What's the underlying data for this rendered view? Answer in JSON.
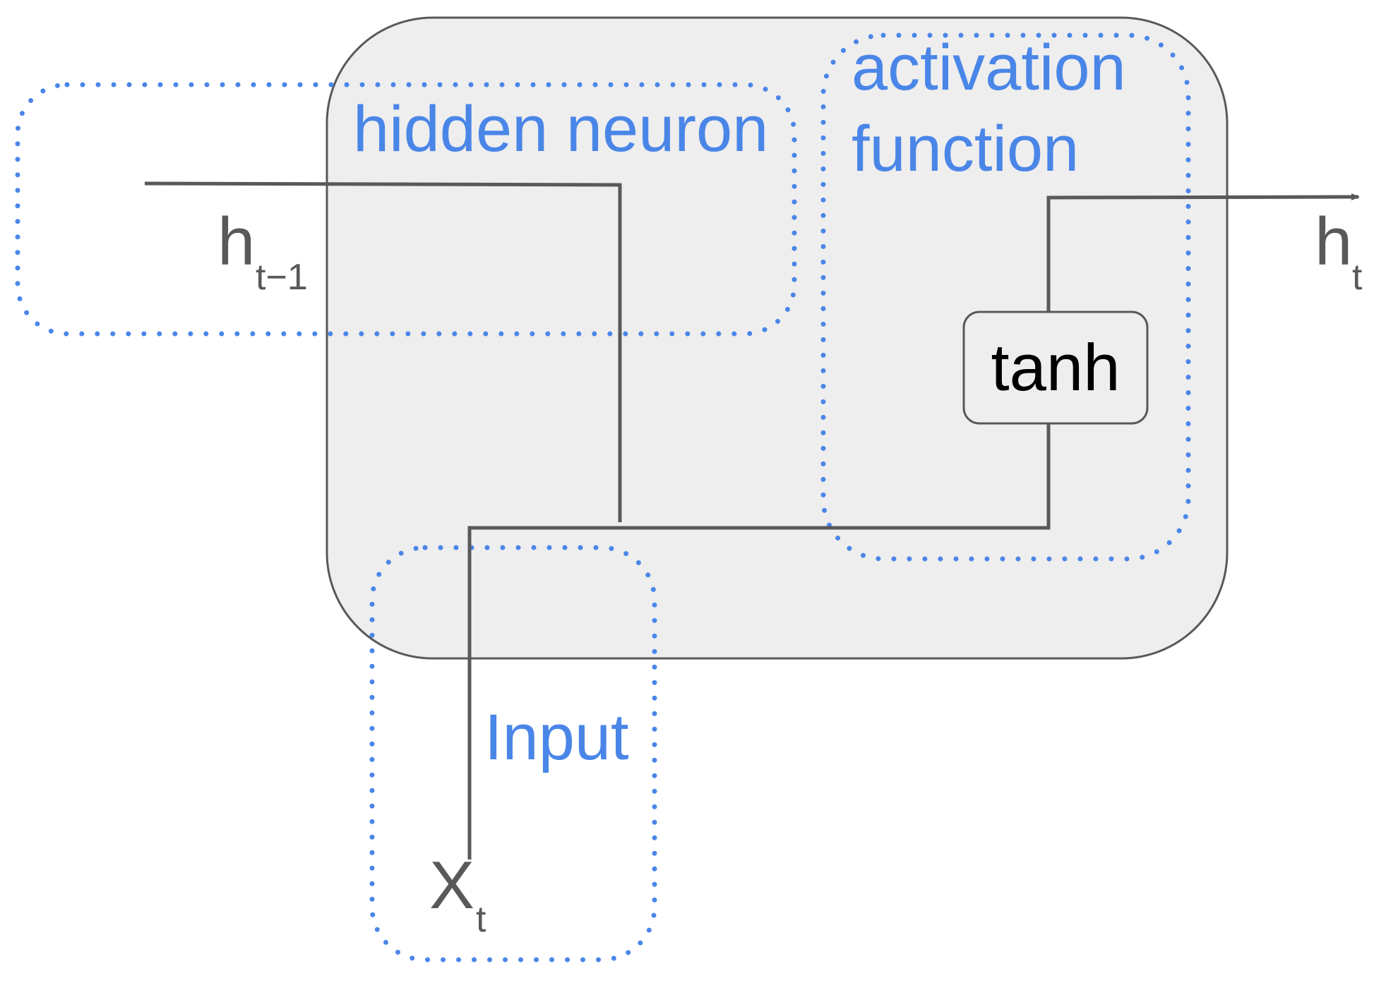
{
  "labels": {
    "hidden_neuron": "hidden neuron",
    "activation_line1": "activation",
    "activation_line2": "function",
    "input": "Input",
    "function_box": "tanh"
  },
  "variables": {
    "h_prev": {
      "base": "h",
      "sub": "t−1"
    },
    "h_out": {
      "base": "h",
      "sub": "t"
    },
    "x_in": {
      "base": "X",
      "sub": "t"
    }
  },
  "colors": {
    "annotation_blue": "#4a86e8",
    "cell_fill": "#eeeeee",
    "cell_stroke": "#595959",
    "line": "#595959"
  }
}
